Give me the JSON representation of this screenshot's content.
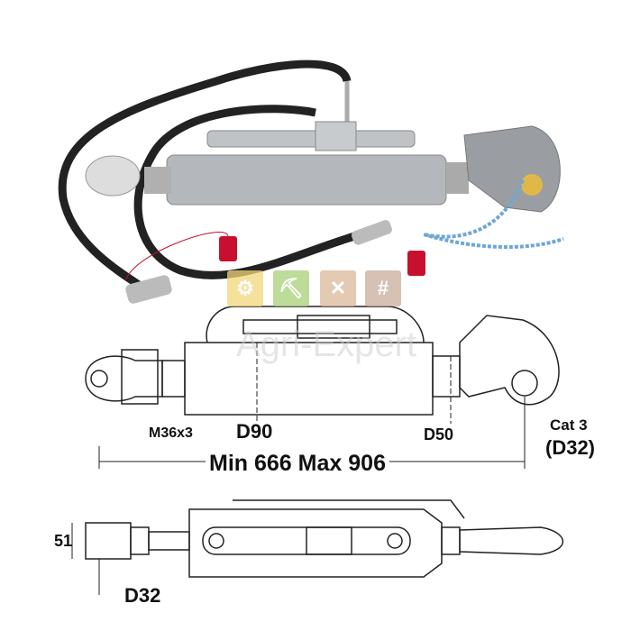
{
  "watermark": {
    "text": "Agri-Expert",
    "tiles": [
      {
        "icon": "tractor-icon",
        "color": "#f2d77a"
      },
      {
        "icon": "wheelbarrow-icon",
        "color": "#a8cf78"
      },
      {
        "icon": "tools-icon",
        "color": "#dcb99a"
      },
      {
        "icon": "fence-icon",
        "color": "#c9ad9c"
      }
    ]
  },
  "dimensions": {
    "thread": "M36x3",
    "cylinder_diameter": "D90",
    "rod_diameter": "D50",
    "category": "Cat 3",
    "pin_diameter": "(D32)",
    "length_min_label": "Min",
    "length_min": "666",
    "length_max_label": "Max",
    "length_max": "906",
    "ball_width": "51",
    "ball_pin": "D32"
  }
}
